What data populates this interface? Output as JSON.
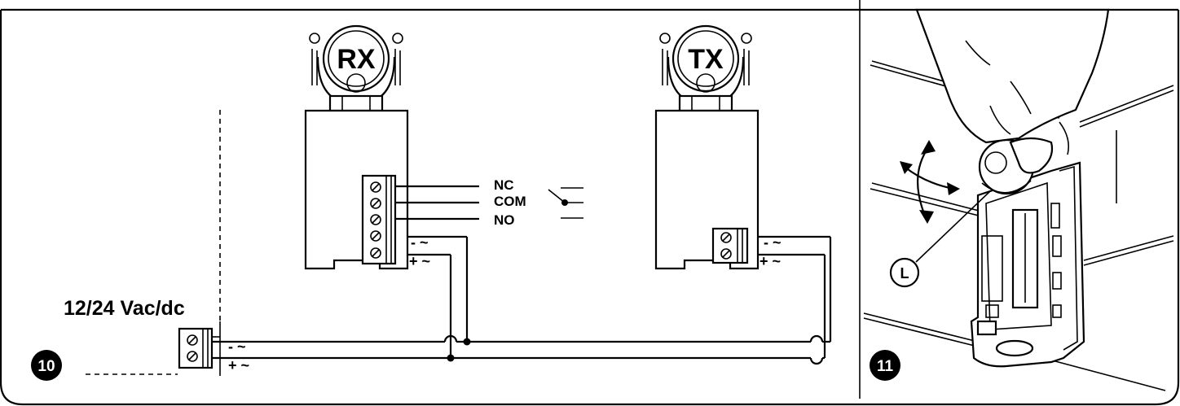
{
  "panel_10": {
    "badge": "10",
    "supply_label": "12/24 Vac/dc",
    "supply_terminals": [
      "-  ~",
      "+  ~"
    ],
    "rx": {
      "label": "RX",
      "contacts": [
        "NC",
        "COM",
        "NO"
      ],
      "power_terminals": [
        "-  ~",
        "+  ~"
      ]
    },
    "tx": {
      "label": "TX",
      "power_terminals": [
        "-  ~",
        "+  ~"
      ]
    }
  },
  "panel_11": {
    "badge": "11",
    "callout": "L"
  }
}
